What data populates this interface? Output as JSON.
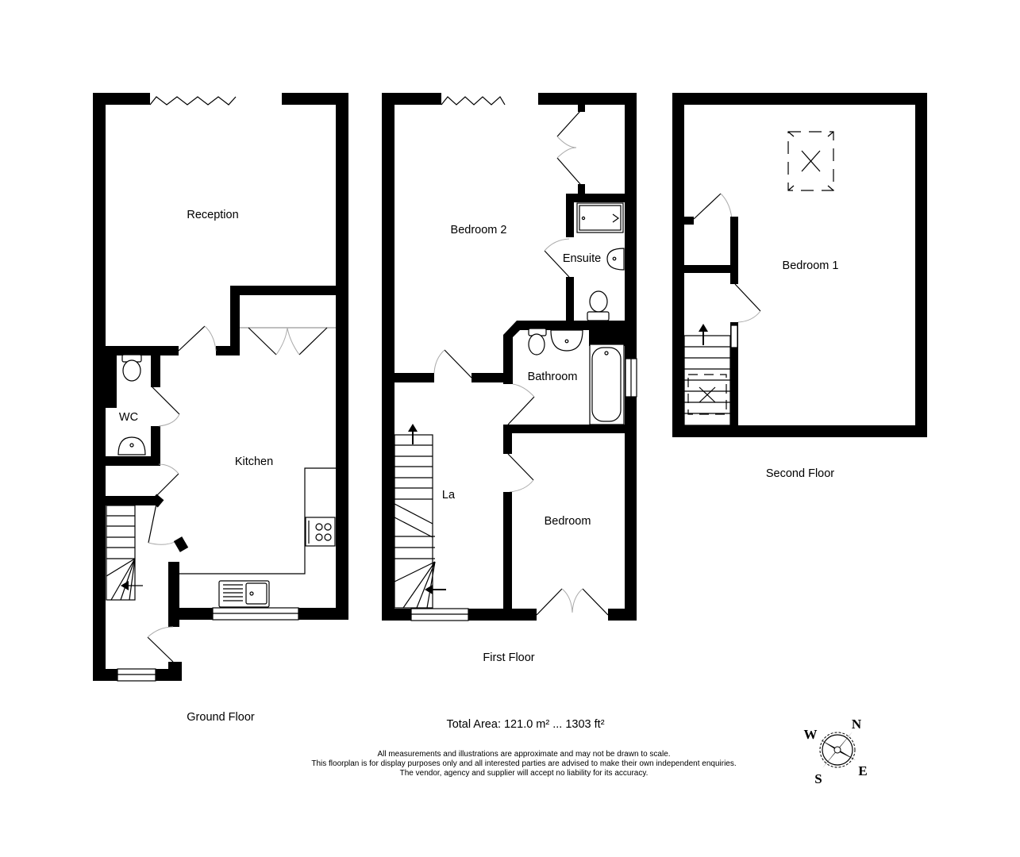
{
  "floors": [
    {
      "name": "Ground Floor",
      "rooms": [
        {
          "label": "Reception"
        },
        {
          "label": "Kitchen"
        },
        {
          "label": "WC"
        }
      ]
    },
    {
      "name": "First Floor",
      "rooms": [
        {
          "label": "Bedroom 2"
        },
        {
          "label": "Ensuite"
        },
        {
          "label": "Bathroom"
        },
        {
          "label": "La"
        },
        {
          "label": "Bedroom"
        }
      ]
    },
    {
      "name": "Second Floor",
      "rooms": [
        {
          "label": "Bedroom 1"
        }
      ]
    }
  ],
  "total_area": "Total Area: 121.0 m² ... 1303 ft²",
  "disclaimer": [
    "All measurements and illustrations are approximate and may not be drawn to scale.",
    "This floorplan is for display purposes only and all interested parties are advised to make their own independent enquiries.",
    "The vendor, agency and supplier will accept no liability for its accuracy."
  ],
  "compass": {
    "icon": "compass-rose-icon",
    "n": "N",
    "e": "E",
    "s": "S",
    "w": "W"
  },
  "colors": {
    "wall": "#000000",
    "background": "#ffffff",
    "door_arc": "#aaaaaa"
  }
}
